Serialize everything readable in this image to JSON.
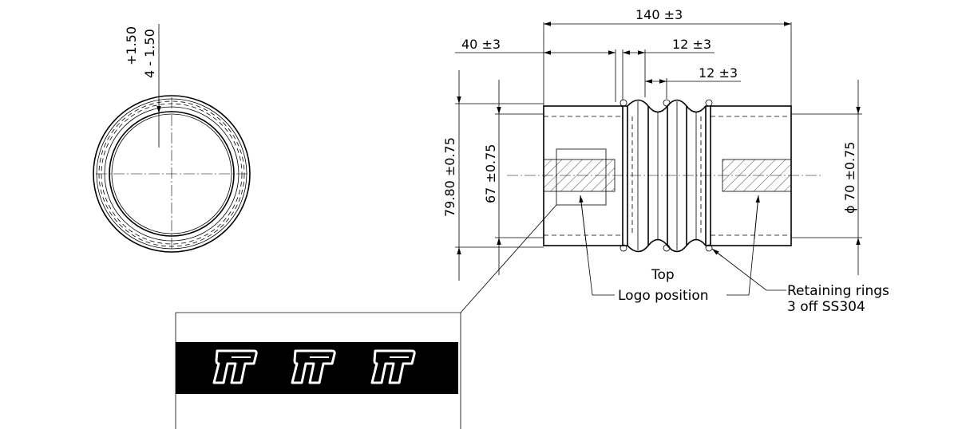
{
  "dimensions": {
    "overall_length": "140 ±3",
    "cuff_length": "40 ±3",
    "convolution_pitch_1": "12 ±3",
    "convolution_pitch_2": "12 ±3",
    "outer_diameter": "79.80 ±0.75",
    "inner_dimension": "67 ±0.75",
    "bore_diameter": "70 ±0.75",
    "diameter_symbol": "ϕ",
    "wall_tolerance_plus": "+1.50",
    "wall_thickness_minus": "4 - 1.50"
  },
  "notes": {
    "top": "Top",
    "logo_position": "Logo position",
    "retaining_rings_line1": "Retaining rings",
    "retaining_rings_line2": "3 off SS304"
  },
  "logo": {
    "count": 3,
    "band_color": "#000000",
    "mark_color": "#ffffff"
  }
}
